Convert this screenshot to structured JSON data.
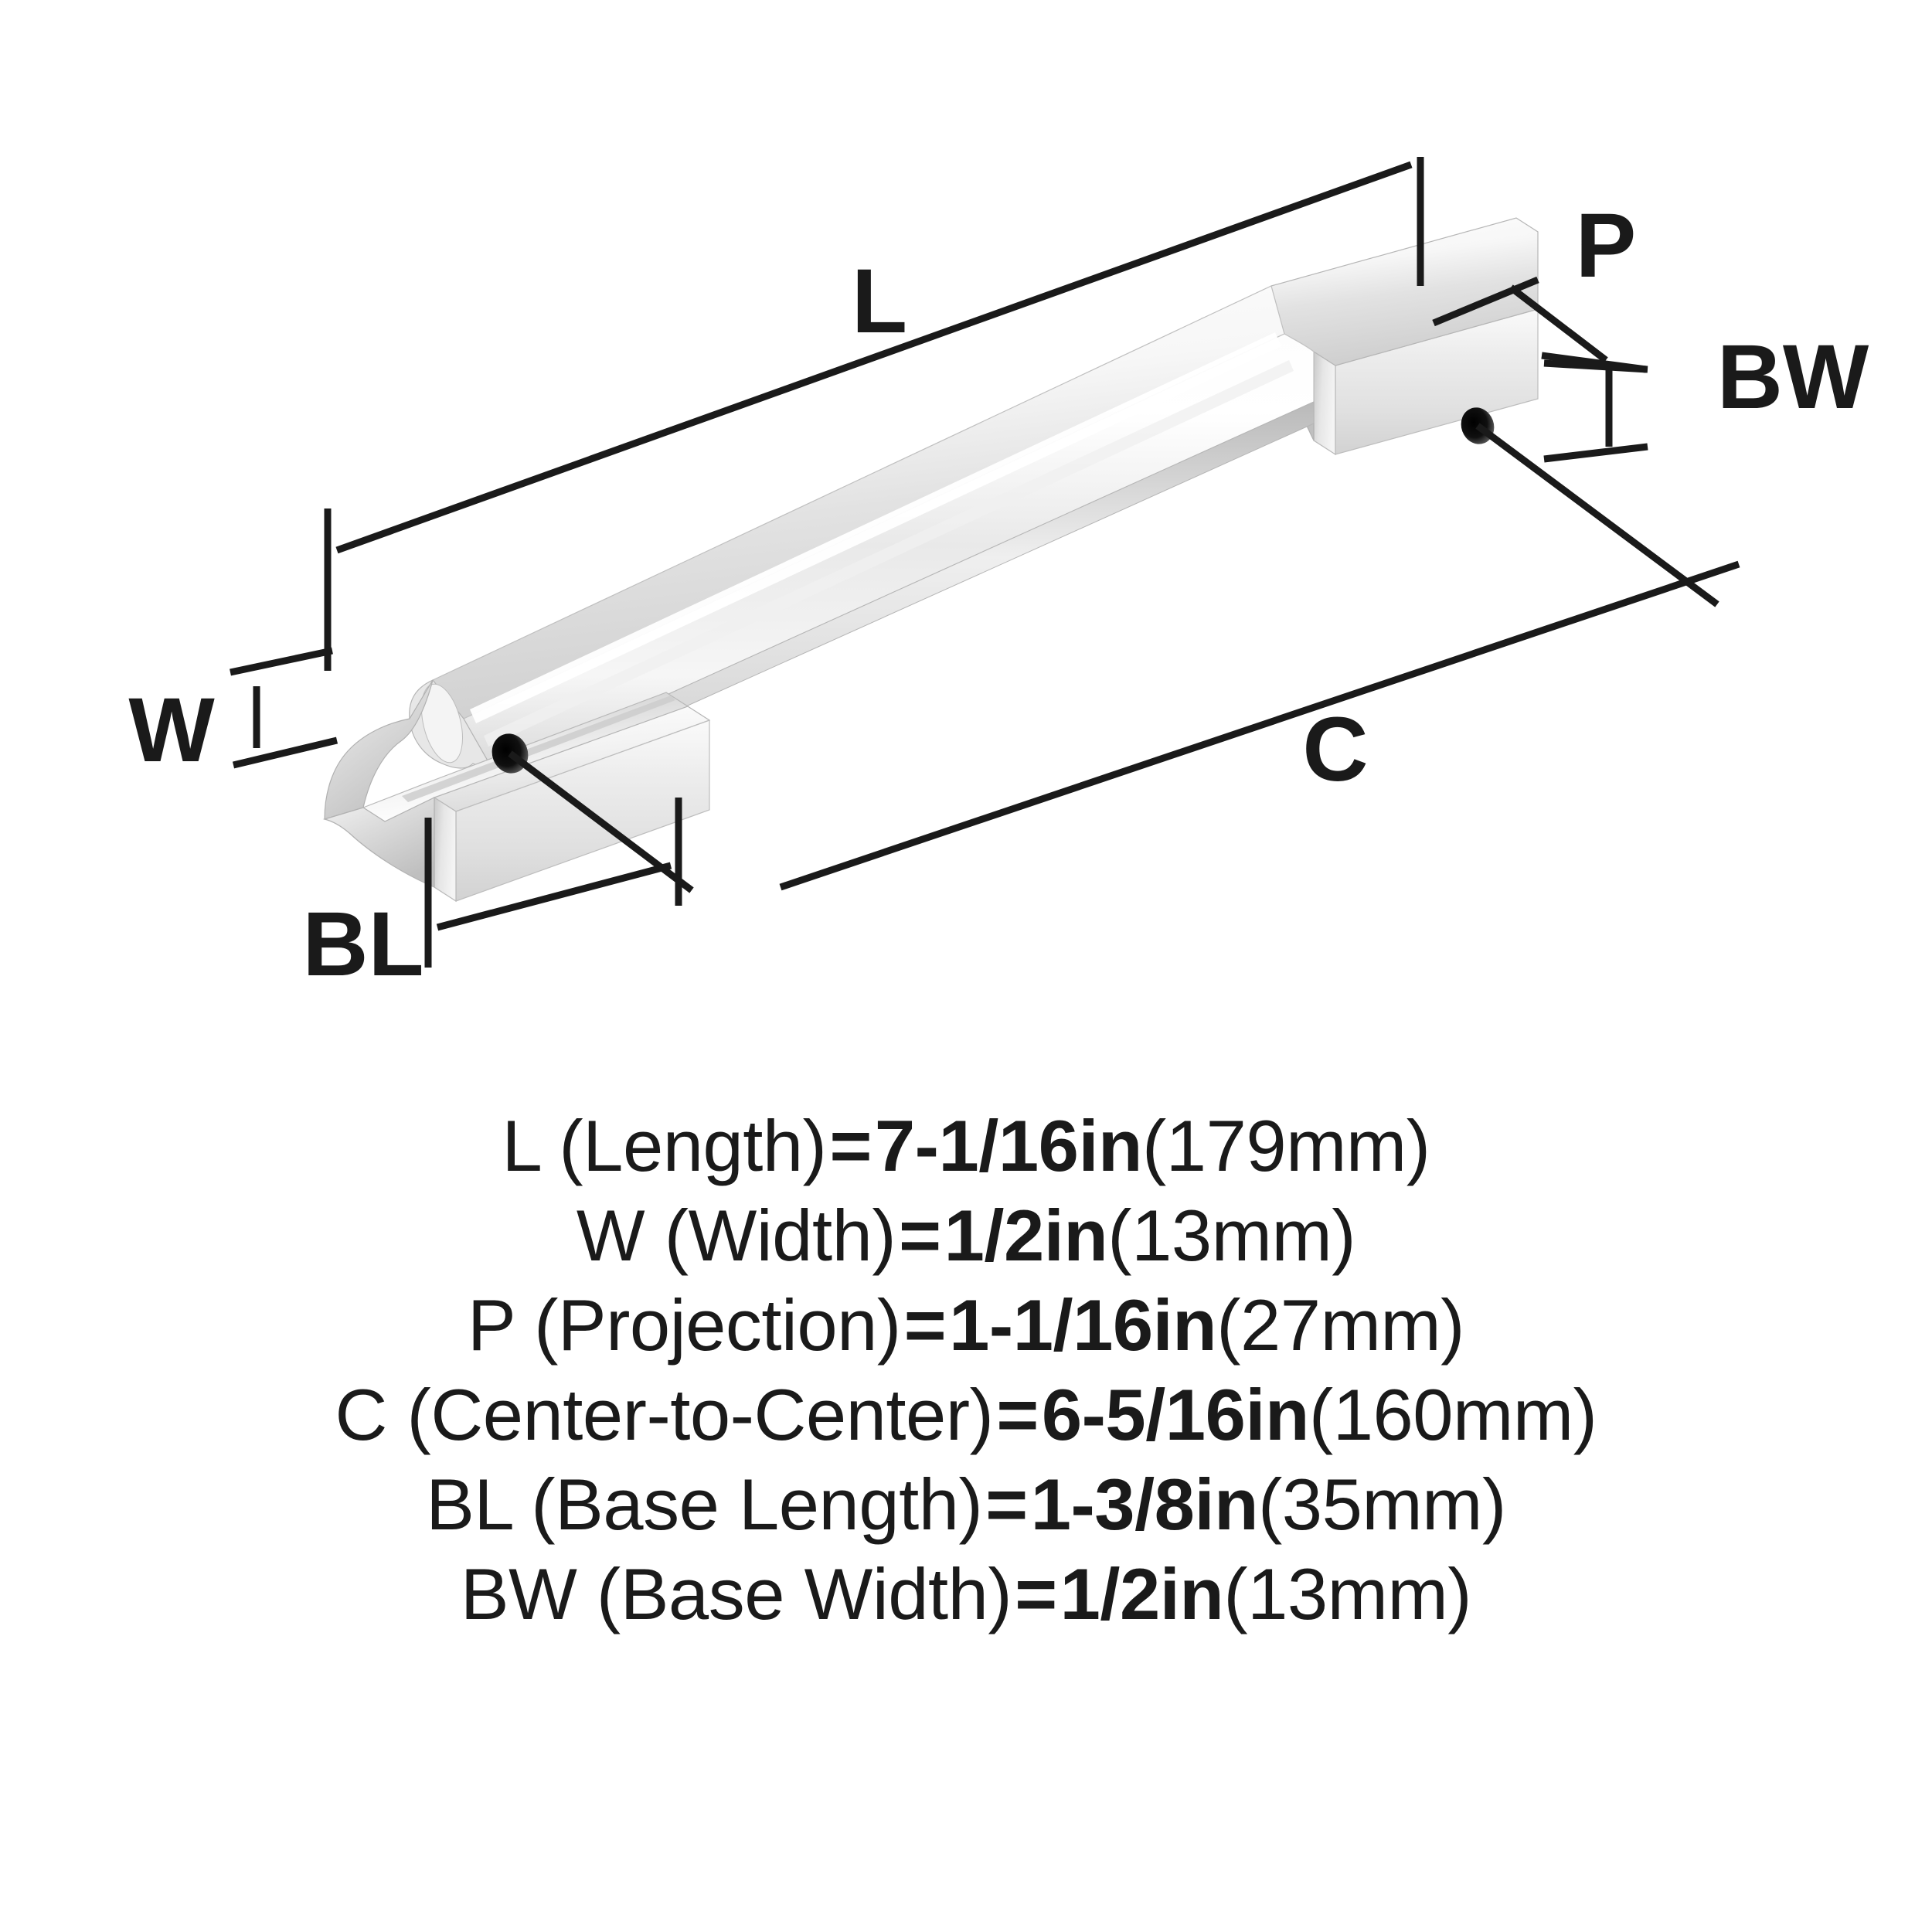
{
  "diagram": {
    "title": "Cabinet pull handle dimension diagram",
    "product": "polished-chrome-cabinet-pull",
    "callouts": [
      {
        "key": "L",
        "label": "L",
        "meaning": "Length"
      },
      {
        "key": "W",
        "label": "W",
        "meaning": "Width"
      },
      {
        "key": "P",
        "label": "P",
        "meaning": "Projection"
      },
      {
        "key": "BW",
        "label": "BW",
        "meaning": "Base Width"
      },
      {
        "key": "C",
        "label": "C",
        "meaning": "Center-to-Center"
      },
      {
        "key": "BL",
        "label": "BL",
        "meaning": "Base Length"
      }
    ],
    "line_color": "#1a1a1a",
    "metal_light": "#ffffff",
    "metal_mid": "#d8d8d8",
    "metal_dark": "#9b9b9b"
  },
  "specs": [
    {
      "code": "L",
      "label": "L (Length)",
      "equals": "=",
      "value": "7-1/16in",
      "metric": "(179mm)"
    },
    {
      "code": "W",
      "label": "W (Width)",
      "equals": "=",
      "value": "1/2in",
      "metric": "(13mm)"
    },
    {
      "code": "P",
      "label": "P (Projection)",
      "equals": "=",
      "value": "1-1/16in",
      "metric": "(27mm)"
    },
    {
      "code": "C",
      "label": "C (Center-to-Center)",
      "equals": "=",
      "value": "6-5/16in",
      "metric": "(160mm)"
    },
    {
      "code": "BL",
      "label": "BL (Base Length)",
      "equals": "=",
      "value": "1-3/8in",
      "metric": "(35mm)"
    },
    {
      "code": "BW",
      "label": "BW (Base Width)",
      "equals": "=",
      "value": "1/2in",
      "metric": "(13mm)"
    }
  ]
}
